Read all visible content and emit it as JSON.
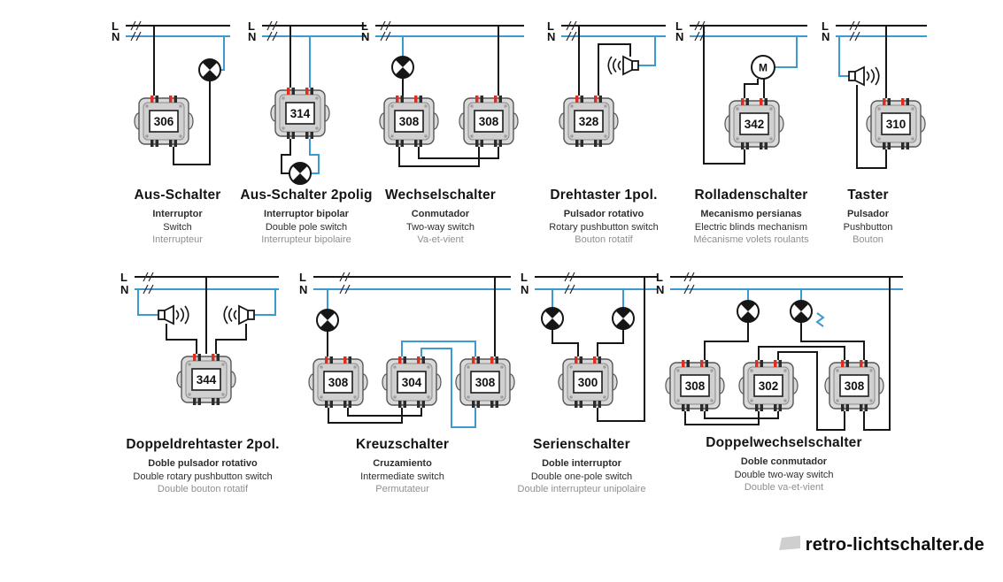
{
  "labels": {
    "l": "L",
    "n": "N",
    "motor": "M"
  },
  "logo": {
    "text": "retro-lichtschalter.de"
  },
  "colors": {
    "wire_live": "#161616",
    "wire_neutral": "#3d9ad1",
    "terminal_mark": "#d93025",
    "mechanism_body": "#d9d9d9",
    "background": "#ffffff"
  },
  "diagrams": [
    {
      "title": "Aus-Schalter",
      "subtitles": [
        "Interruptor",
        "Switch",
        "Interrupteur"
      ],
      "switches": [
        "306"
      ]
    },
    {
      "title": "Aus-Schalter 2polig",
      "subtitles": [
        "Interruptor bipolar",
        "Double pole switch",
        "Interrupteur bipolaire"
      ],
      "switches": [
        "314"
      ]
    },
    {
      "title": "Wechselschalter",
      "subtitles": [
        "Conmutador",
        "Two-way switch",
        "Va-et-vient"
      ],
      "switches": [
        "308",
        "308"
      ]
    },
    {
      "title": "Drehtaster 1pol.",
      "subtitles": [
        "Pulsador rotativo",
        "Rotary pushbutton switch",
        "Bouton rotatif"
      ],
      "switches": [
        "328"
      ]
    },
    {
      "title": "Rolladenschalter",
      "subtitles": [
        "Mecanismo persianas",
        "Electric blinds mechanism",
        "Mécanisme volets roulants"
      ],
      "switches": [
        "342"
      ]
    },
    {
      "title": "Taster",
      "subtitles": [
        "Pulsador",
        "Pushbutton",
        "Bouton"
      ],
      "switches": [
        "310"
      ]
    },
    {
      "title": "Doppeldrehtaster 2pol.",
      "subtitles": [
        "Doble pulsador rotativo",
        "Double rotary pushbutton switch",
        "Double bouton rotatif"
      ],
      "switches": [
        "344"
      ]
    },
    {
      "title": "Kreuzschalter",
      "subtitles": [
        "Cruzamiento",
        "Intermediate switch",
        "Permutateur"
      ],
      "switches": [
        "308",
        "304",
        "308"
      ]
    },
    {
      "title": "Serienschalter",
      "subtitles": [
        "Doble interruptor",
        "Double one-pole switch",
        "Double interrupteur unipolaire"
      ],
      "switches": [
        "300"
      ]
    },
    {
      "title": "Doppelwechselschalter",
      "subtitles": [
        "Doble conmutador",
        "Double two-way switch",
        "Double va-et-vient"
      ],
      "switches": [
        "308",
        "302",
        "308"
      ]
    }
  ]
}
